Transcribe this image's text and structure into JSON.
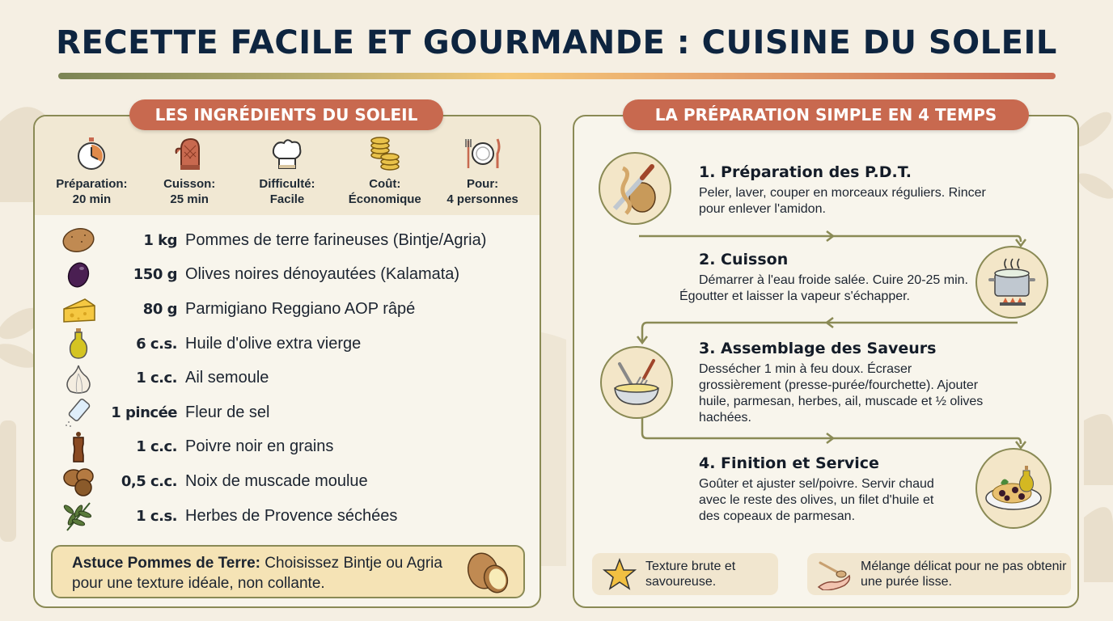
{
  "header": {
    "title": "RECETTE FACILE ET GOURMANDE : CUISINE DU SOLEIL"
  },
  "colors": {
    "title": "#0e2540",
    "badge": "#c8694f",
    "border": "#8a8a55",
    "background": "#f5efe3",
    "tip_background": "#f5e3b5"
  },
  "ingredients_panel": {
    "title": "LES INGRÉDIENTS DU SOLEIL",
    "meta": [
      {
        "icon": "stopwatch-icon",
        "label": "Préparation:",
        "value": "20 min"
      },
      {
        "icon": "oven-mitt-icon",
        "label": "Cuisson:",
        "value": "25 min"
      },
      {
        "icon": "chef-hat-icon",
        "label": "Difficulté:",
        "value": "Facile"
      },
      {
        "icon": "coins-icon",
        "label": "Coût:",
        "value": "Économique"
      },
      {
        "icon": "plate-cutlery-icon",
        "label": "Pour:",
        "value": "4 personnes"
      }
    ],
    "items": [
      {
        "icon": "potato-icon",
        "qty": "1 kg",
        "name": "Pommes de terre farineuses (Bintje/Agria)"
      },
      {
        "icon": "olive-icon",
        "qty": "150 g",
        "name": "Olives noires dénoyautées (Kalamata)"
      },
      {
        "icon": "cheese-icon",
        "qty": "80 g",
        "name": "Parmigiano Reggiano AOP râpé"
      },
      {
        "icon": "oil-bottle-icon",
        "qty": "6 c.s.",
        "name": "Huile d'olive extra vierge"
      },
      {
        "icon": "garlic-icon",
        "qty": "1 c.c.",
        "name": "Ail semoule"
      },
      {
        "icon": "salt-shaker-icon",
        "qty": "1 pincée",
        "name": "Fleur de sel"
      },
      {
        "icon": "pepper-mill-icon",
        "qty": "1 c.c.",
        "name": "Poivre noir en grains"
      },
      {
        "icon": "nutmeg-icon",
        "qty": "0,5 c.c.",
        "name": "Noix de muscade moulue"
      },
      {
        "icon": "herbs-icon",
        "qty": "1 c.s.",
        "name": "Herbes de Provence séchées"
      }
    ],
    "tip": {
      "label": "Astuce Pommes de Terre:",
      "text": " Choisissez Bintje ou Agria pour une texture idéale, non collante."
    }
  },
  "preparation_panel": {
    "title": "LA PRÉPARATION SIMPLE EN 4 TEMPS",
    "steps": [
      {
        "icon": "peeling-knife-icon",
        "title": "1. Préparation des P.D.T.",
        "text": "Peler, laver, couper en morceaux réguliers. Rincer pour enlever l'amidon."
      },
      {
        "icon": "cooking-pot-icon",
        "title": "2. Cuisson",
        "text": "Démarrer à l'eau froide salée. Cuire 20-25 min. Égoutter et laisser la vapeur s'échapper."
      },
      {
        "icon": "mixing-bowl-icon",
        "title": "3. Assemblage des Saveurs",
        "text": "Dessécher 1 min à feu doux. Écraser grossièrement (presse-purée/fourchette). Ajouter huile, parmesan, herbes, ail, muscade et ½ olives hachées."
      },
      {
        "icon": "serving-plate-icon",
        "title": "4. Finition et Service",
        "text": "Goûter et ajuster sel/poivre. Servir chaud avec le reste des olives, un filet d'huile et des copeaux de parmesan."
      }
    ],
    "notes": [
      {
        "icon": "star-icon",
        "text": "Texture brute et savoureuse."
      },
      {
        "icon": "hand-spoon-icon",
        "text": "Mélange délicat pour ne pas obtenir une purée lisse."
      }
    ]
  }
}
